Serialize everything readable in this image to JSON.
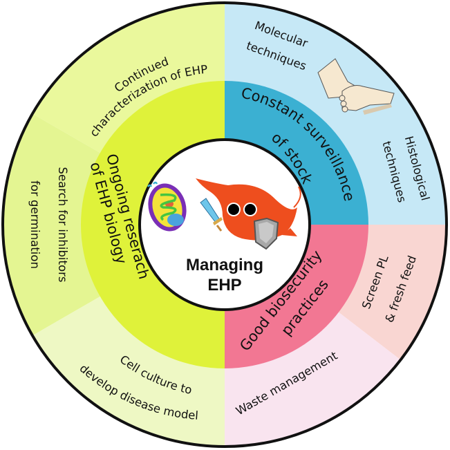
{
  "diagram": {
    "center": {
      "title_lines": [
        "Managing",
        "EHP"
      ],
      "icons": [
        "microsporidian-spore-icon",
        "shrimp-mascot-icon",
        "sword-icon",
        "shield-icon"
      ]
    },
    "inner_ring": [
      {
        "id": "research",
        "lines": [
          "Ongoing reserach",
          "of EHP biology"
        ],
        "color": "#dff23a"
      },
      {
        "id": "surveillance",
        "lines": [
          "Constant surveillance",
          "of stock"
        ],
        "color": "#3bb0d2"
      },
      {
        "id": "biosecurity",
        "lines": [
          "Good biosecurity",
          "practices"
        ],
        "color": "#f27793"
      }
    ],
    "outer_ring": [
      {
        "id": "characterization",
        "group": "research",
        "lines": [
          "Continued",
          "characterization of EHP"
        ],
        "color": "#eaf89c"
      },
      {
        "id": "inhibitors",
        "group": "research",
        "lines": [
          "Search for inhibitors",
          "for germination"
        ],
        "color": "#e4f592"
      },
      {
        "id": "cell-culture",
        "group": "research",
        "lines": [
          "Cell culture to",
          "develop disease model"
        ],
        "color": "#eef8c4"
      },
      {
        "id": "molecular",
        "group": "surveillance",
        "lines": [
          "Molecular",
          "techniques"
        ],
        "color": "#c6e8f6"
      },
      {
        "id": "histological",
        "group": "surveillance",
        "lines": [
          "Histological",
          "techniques"
        ],
        "color": "#c6e8f6"
      },
      {
        "id": "screen",
        "group": "biosecurity",
        "lines": [
          "Screen PL",
          "& fresh feed"
        ],
        "color": "#f9d6d2"
      },
      {
        "id": "waste",
        "group": "biosecurity",
        "lines": [
          "Waste management"
        ],
        "color": "#f9e4ef"
      }
    ],
    "decorations": [
      "handshake-icon"
    ],
    "outline_color": "#111111"
  }
}
